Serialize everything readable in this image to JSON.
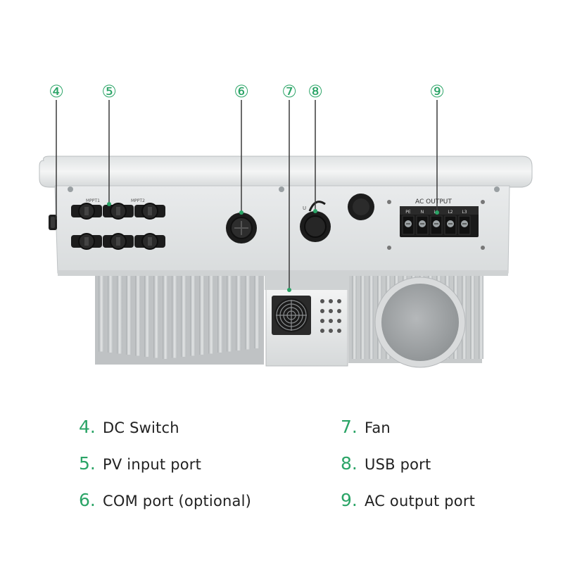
{
  "callouts": [
    {
      "id": "4",
      "glyph": "④"
    },
    {
      "id": "5",
      "glyph": "⑤"
    },
    {
      "id": "6",
      "glyph": "⑥"
    },
    {
      "id": "7",
      "glyph": "⑦"
    },
    {
      "id": "8",
      "glyph": "⑧"
    },
    {
      "id": "9",
      "glyph": "⑨"
    }
  ],
  "device": {
    "mppt_label_1": "MPPT1",
    "mppt_label_2": "MPPT2",
    "ac_output_label": "AC OUTPUT",
    "terminals": [
      "PE",
      "N",
      "L1",
      "L2",
      "L3"
    ]
  },
  "legend": [
    {
      "num": "4.",
      "text": "DC Switch"
    },
    {
      "num": "5.",
      "text": "PV input port"
    },
    {
      "num": "6.",
      "text": "COM port  (optional)"
    },
    {
      "num": "7.",
      "text": "Fan"
    },
    {
      "num": "8.",
      "text": "USB port"
    },
    {
      "num": "9.",
      "text": "AC output port"
    }
  ],
  "colors": {
    "accent": "#2aa466",
    "housing": "#e6e8e9",
    "connector": "#1c1c1c",
    "heatsink": "#c9cbcc"
  }
}
